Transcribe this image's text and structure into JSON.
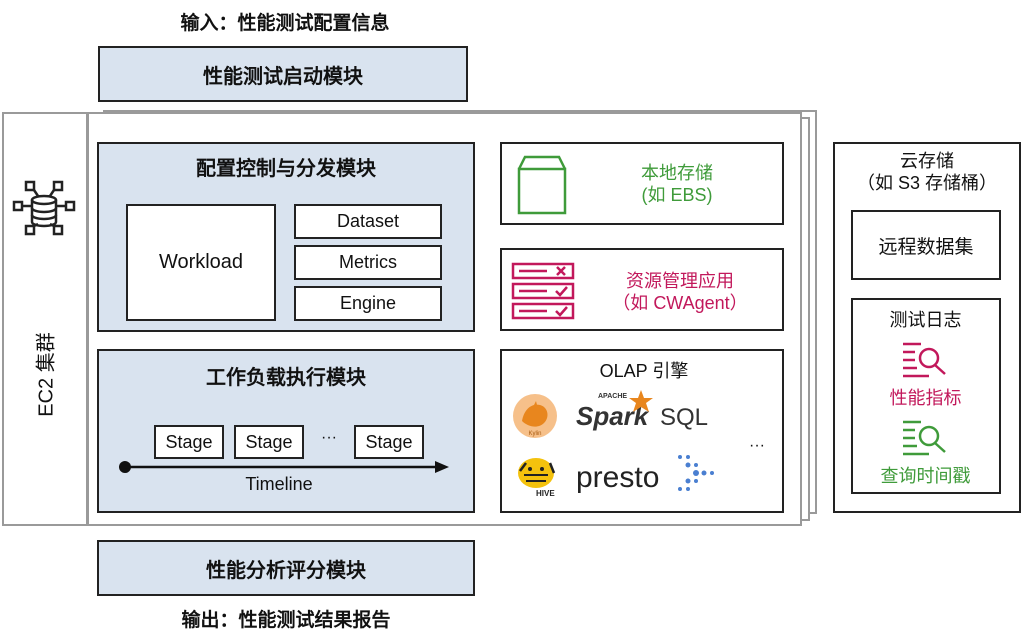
{
  "top_caption": "输入：性能测试配置信息",
  "start_module": "性能测试启动模块",
  "cluster_label": "EC2 集群",
  "config_module": {
    "title": "配置控制与分发模块",
    "workload": "Workload",
    "items": [
      "Dataset",
      "Metrics",
      "Engine"
    ]
  },
  "exec_module": {
    "title": "工作负载执行模块",
    "stages": [
      "Stage",
      "Stage",
      "Stage"
    ],
    "ellipsis": "···",
    "timeline": "Timeline"
  },
  "local_storage": {
    "line1": "本地存储",
    "line2": "(如 EBS)",
    "color": "#3f9b3a"
  },
  "resource_mgmt": {
    "line1": "资源管理应用",
    "line2": "（如 CWAgent）",
    "color": "#c2185b"
  },
  "olap": {
    "title": "OLAP 引擎",
    "ellipsis": "···",
    "spark_sub": "APACHE",
    "spark": "Spark",
    "sql": "SQL",
    "presto": "presto",
    "hive": "HIVE"
  },
  "cloud_storage": {
    "title_line1": "云存储",
    "title_line2": "（如 S3 存储桶）",
    "dataset_label": "远程数据集",
    "logs_label": "测试日志",
    "perf_metrics": "性能指标",
    "query_timestamp": "查询时间戳",
    "pink": "#c2185b",
    "green": "#3f9b3a"
  },
  "analysis_module": "性能分析评分模块",
  "bottom_caption": "输出：性能测试结果报告"
}
